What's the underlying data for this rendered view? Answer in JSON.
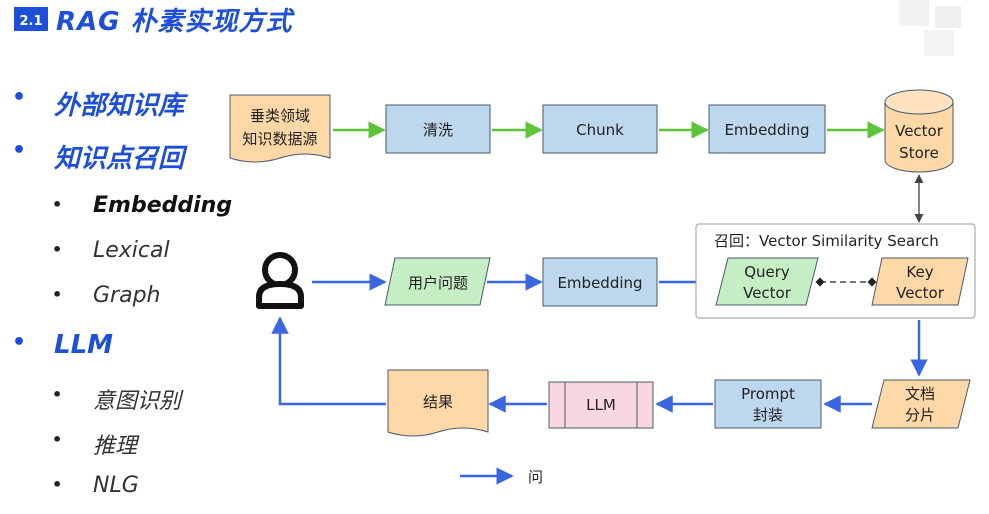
{
  "header": {
    "section_number": "2.1",
    "title": "RAG 朴素实现方式"
  },
  "outline": {
    "items": [
      {
        "level": 1,
        "text": "外部知识库"
      },
      {
        "level": 1,
        "text": "知识点召回"
      },
      {
        "level": 2,
        "text": "Embedding",
        "bold": true
      },
      {
        "level": 2,
        "text": "Lexical"
      },
      {
        "level": 2,
        "text": "Graph"
      },
      {
        "level": 1,
        "text": "LLM"
      },
      {
        "level": 2,
        "text": "意图识别"
      },
      {
        "level": 2,
        "text": "推理"
      },
      {
        "level": 2,
        "text": "NLG"
      }
    ]
  },
  "diagram": {
    "nodes": {
      "source": [
        "垂类领域",
        "知识数据源"
      ],
      "clean": "清洗",
      "chunk": "Chunk",
      "embedding_top": "Embedding",
      "vector_store": [
        "Vector",
        "Store"
      ],
      "user_query": "用户问题",
      "embedding_mid": "Embedding",
      "recall_title": "召回：Vector Similarity Search",
      "query_vector": [
        "Query",
        "Vector"
      ],
      "key_vector": [
        "Key",
        "Vector"
      ],
      "doc_chunks": [
        "文档",
        "分片"
      ],
      "prompt": [
        "Prompt",
        "封装"
      ],
      "llm": "LLM",
      "result": "结果"
    },
    "legend_text": "问"
  },
  "colors": {
    "accent_blue": "#1d4fd8",
    "flow_green": "#5dc43a",
    "flow_blue": "#3a67e0",
    "box_blue": "#bcd7ee",
    "box_green": "#c6eec4",
    "box_peach": "#ffd8a8",
    "box_pink": "#f8d7e1",
    "box_border": "#4a5a6a"
  },
  "icons": [
    "user-icon",
    "cylinder-store",
    "document-shape"
  ]
}
